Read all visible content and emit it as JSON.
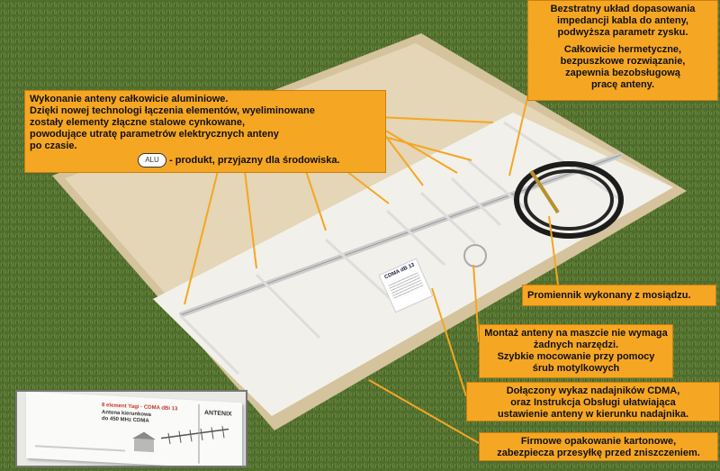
{
  "callouts": {
    "top_right_a": [
      "Bezstratny układ dopasowania",
      "impedancji kabla do anteny,",
      "podwyższa parametr zysku."
    ],
    "top_right_b": [
      "Całkowicie hermetyczne,",
      "bezpuszkowe rozwiązanie,",
      "zapewnia bezobsługową",
      "pracę anteny."
    ],
    "aluminium": [
      "Wykonanie anteny całkowicie aluminiowe.",
      "Dzięki nowej technologi łączenia elementów, wyeliminowane",
      "zostały elementy złączne stalowe cynkowane,",
      "powodujące utratę parametrów elektrycznych anteny",
      "po czasie."
    ],
    "aluminium_logo_text": "ALU",
    "aluminium_tail": "- produkt, przyjazny dla środowiska.",
    "radiator": "Promiennik wykonany z mosiądzu.",
    "mount": [
      "Montaż anteny na maszcie nie wymaga",
      "żadnych narzędzi.",
      "Szybkie mocowanie przy pomocy",
      "śrub motylkowych"
    ],
    "list": [
      "Dołączony wykaz nadajników CDMA,",
      "oraz Instrukcja Obsługi ułatwiająca",
      "ustawienie anteny w kierunku nadajnika."
    ],
    "packaging": [
      "Firmowe opakowanie kartonowe,",
      "zabezpiecza przesyłkę przed zniszczeniem."
    ]
  },
  "label_card": {
    "line1": "CDMA dB 13"
  },
  "inset": {
    "line1": "8 element Yagi · CDMA dBi 13",
    "line2": "Antena kierunkowa",
    "line3": "do 450 MHz CDMA",
    "brand": "ANTENIX"
  },
  "colors": {
    "callout": "#f5a623",
    "grass": "#4d6b2c",
    "box": "#e2d3b0",
    "line": "#f5a623"
  }
}
